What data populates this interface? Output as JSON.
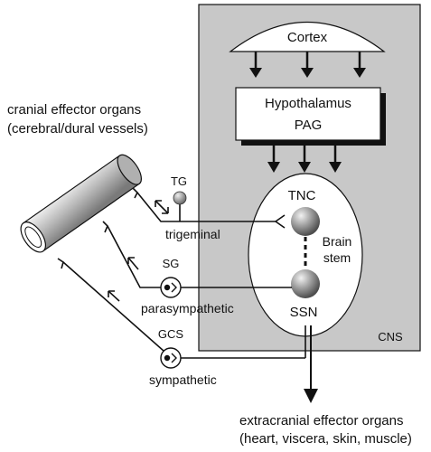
{
  "title_left": {
    "line1": "cranial effector organs",
    "line2": "(cerebral/dural vessels)"
  },
  "cns": {
    "label": "CNS",
    "cortex": "Cortex",
    "hypothalamus": "Hypothalamus",
    "pag": "PAG",
    "tnc": "TNC",
    "brain_stem_line1": "Brain",
    "brain_stem_line2": "stem",
    "ssn": "SSN"
  },
  "ganglia": {
    "tg": "TG",
    "trigeminal": "trigeminal",
    "sg": "SG",
    "parasympathetic": "parasympathetic",
    "gcs": "GCS",
    "sympathetic": "sympathetic"
  },
  "bottom": {
    "line1": "extracranial effector organs",
    "line2": "(heart, viscera, skin, muscle)"
  },
  "colors": {
    "cns_fill": "#c8c8c8",
    "line": "#111111",
    "node_fill": "#8a8a8a"
  }
}
